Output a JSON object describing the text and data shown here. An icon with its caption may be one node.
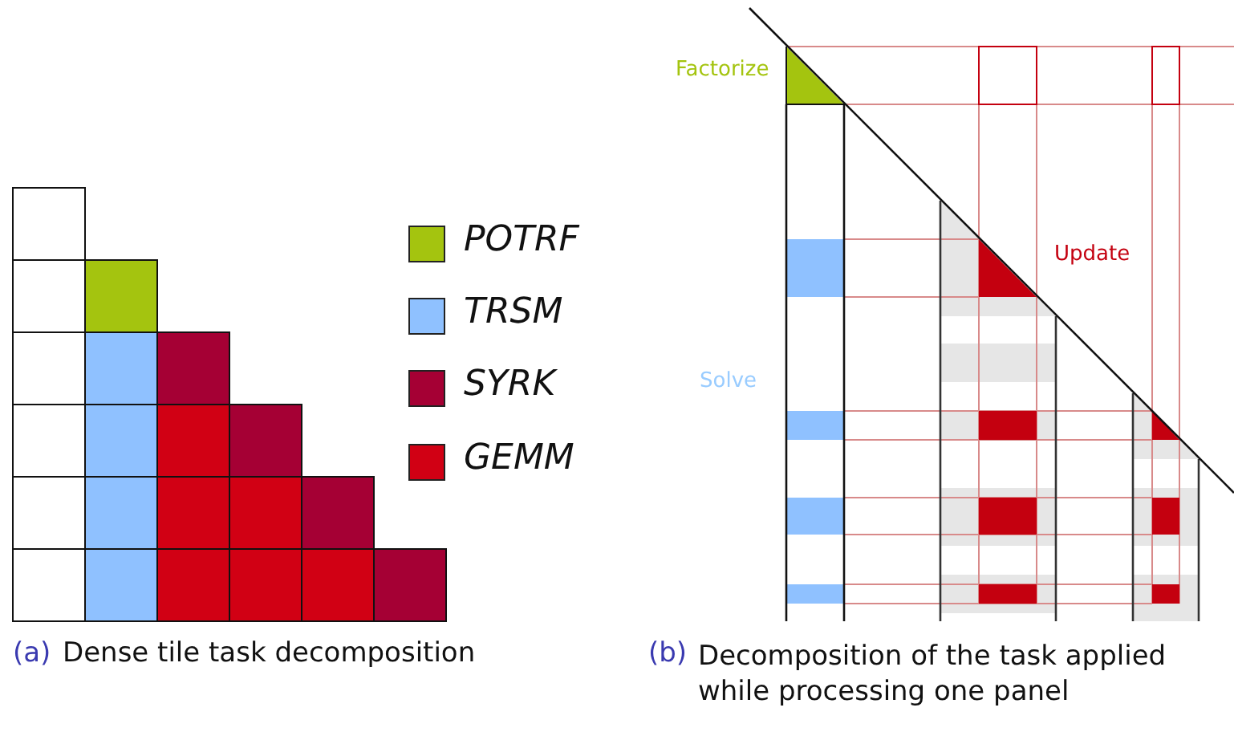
{
  "diagram": {
    "labels": [
      "Factorize",
      "Update",
      "Solve",
      "(a)",
      "Dense tile task decomposition",
      "(b)",
      "Decomposition of the task applied while processing one panel"
    ],
    "legend": [
      {
        "text": "POTRF",
        "color": "#a4c40f"
      },
      {
        "text": "TRSM",
        "color": "#8fc1ff"
      },
      {
        "text": "SYRK",
        "color": "#a50034"
      },
      {
        "text": "GEMM",
        "color": "#d10014"
      }
    ]
  }
}
